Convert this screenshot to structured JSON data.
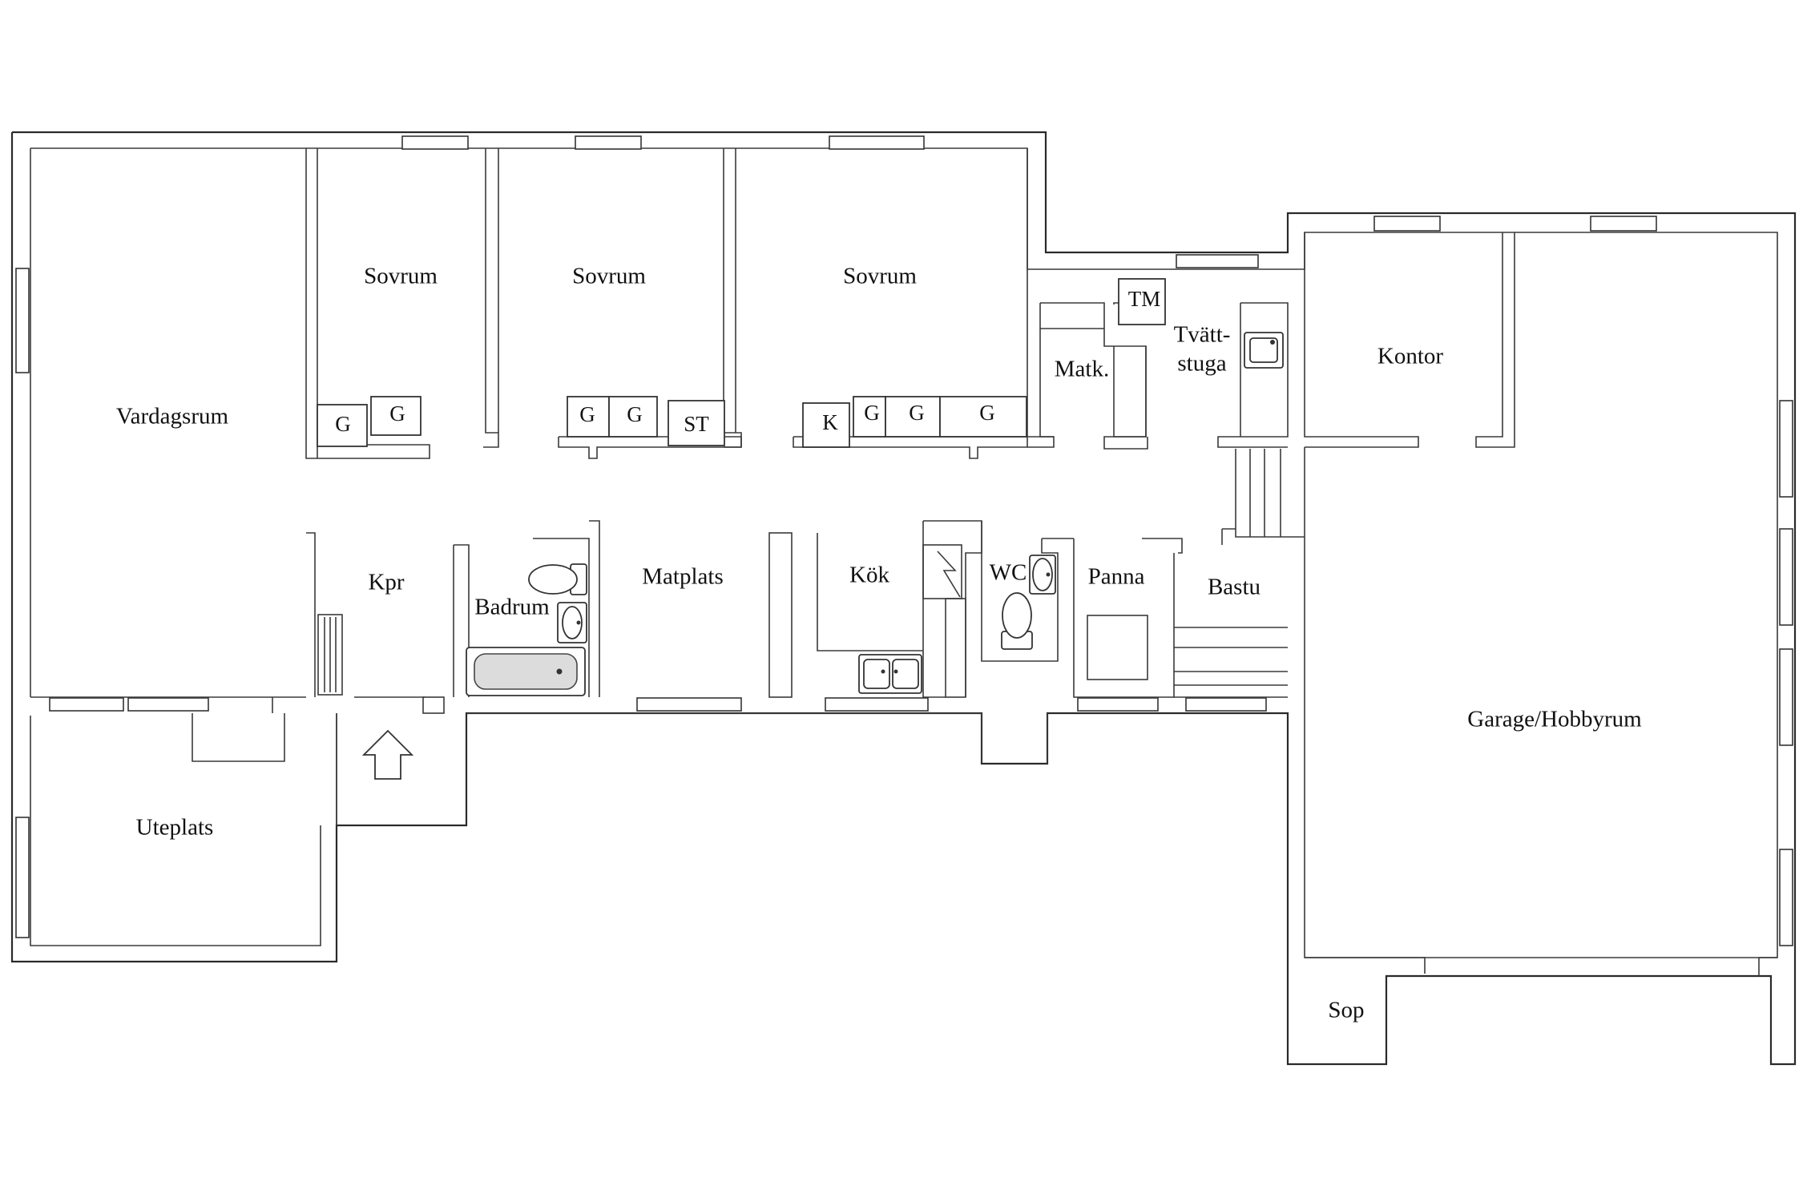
{
  "rooms": {
    "vardagsrum": "Vardagsrum",
    "sovrum_1": "Sovrum",
    "sovrum_2": "Sovrum",
    "sovrum_3": "Sovrum",
    "matk": "Matk.",
    "tvattstuga_line1": "Tvätt-",
    "tvattstuga_line2": "stuga",
    "kontor": "Kontor",
    "kpr": "Kpr",
    "badrum": "Badrum",
    "matplats": "Matplats",
    "kok": "Kök",
    "wc": "WC",
    "panna": "Panna",
    "bastu": "Bastu",
    "garage": "Garage/Hobbyrum",
    "uteplats": "Uteplats",
    "sop": "Sop"
  },
  "storage": {
    "sovrum_1": [
      "G",
      "G"
    ],
    "sovrum_2": [
      "G",
      "G",
      "ST"
    ],
    "sovrum_3": [
      "K",
      "G",
      "G",
      "G"
    ],
    "tvattstuga": "TM"
  }
}
